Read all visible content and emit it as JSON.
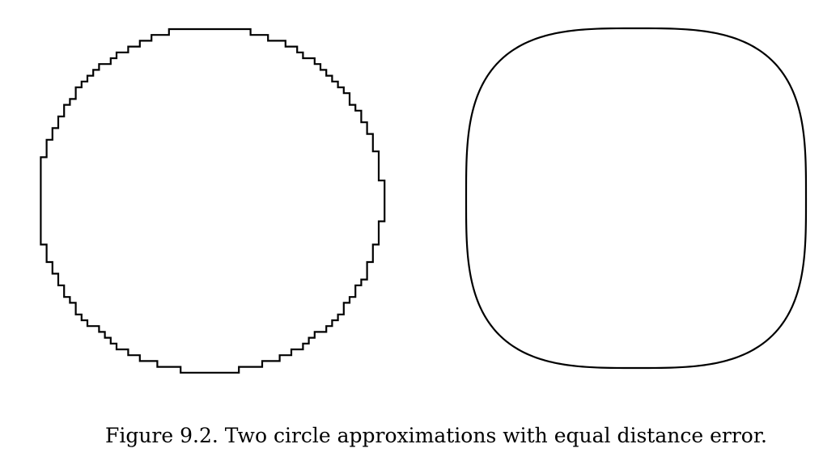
{
  "figure": {
    "caption": "Figure 9.2.  Two circle approximations with equal distance error.",
    "panels": [
      {
        "name": "staircase-circle",
        "description_shape": "axis-aligned stepped polyline"
      },
      {
        "name": "smooth-squircle",
        "description_shape": "smooth rounded-square curve"
      }
    ],
    "stroke_color": "#000000"
  }
}
